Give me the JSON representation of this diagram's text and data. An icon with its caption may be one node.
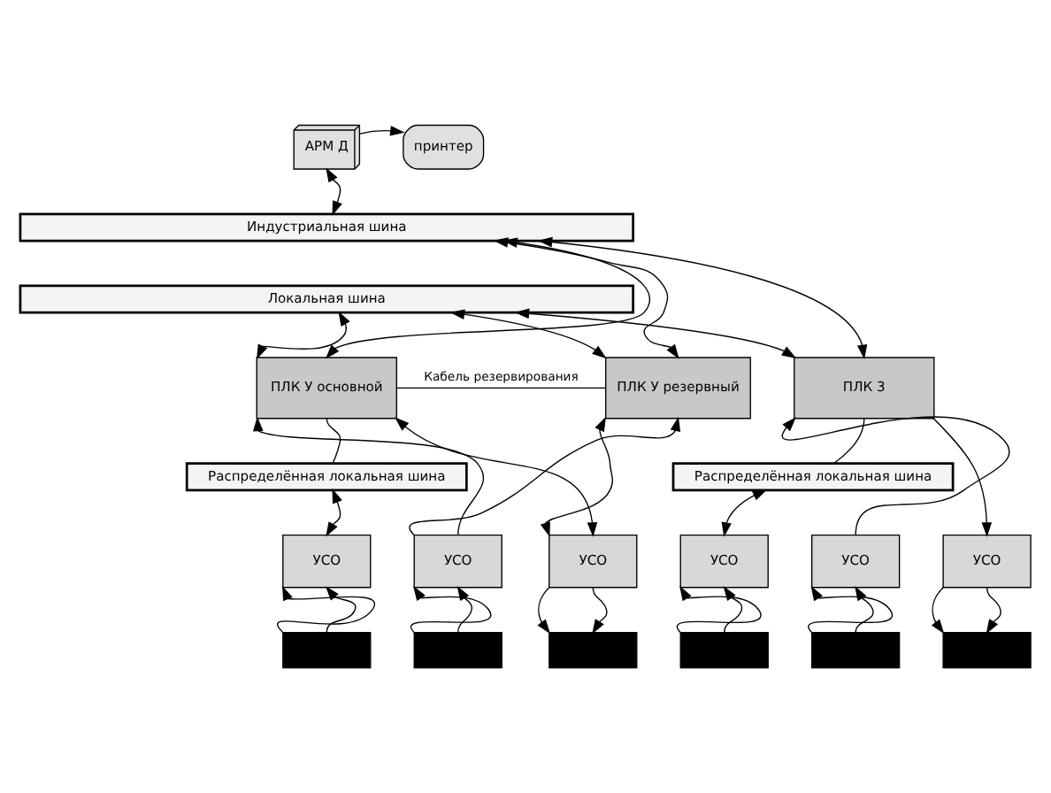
{
  "diagram": {
    "nodes": [
      {
        "text": [
          "АРМ Д"
        ]
      },
      {
        "text": [
          "принтер"
        ]
      },
      {
        "text": [
          "Индустриальная шина"
        ]
      },
      {
        "text": [
          "Локальная шина"
        ]
      },
      {
        "text": [
          "ПЛК У основной"
        ]
      },
      {
        "text": [
          "ПЛК У резервный"
        ]
      },
      {
        "text": [
          "ПЛК 3"
        ]
      },
      {
        "text": [
          "Распределённая локальная шина"
        ]
      },
      {
        "text": [
          "Распределённая локальная шина"
        ]
      },
      {
        "text": [
          "УСО"
        ]
      },
      {
        "text": [
          "УСО"
        ]
      },
      {
        "text": [
          "УСО"
        ]
      },
      {
        "text": [
          "УСО"
        ]
      },
      {
        "text": [
          "УСО"
        ]
      },
      {
        "text": [
          "УСО"
        ]
      },
      {
        "text": [],
        "shape": "box"
      },
      {
        "text": [],
        "shape": "box"
      },
      {
        "text": [],
        "shape": "box"
      },
      {
        "text": [],
        "shape": "box"
      },
      {
        "text": [],
        "shape": "box"
      },
      {
        "text": [],
        "shape": "box"
      }
    ],
    "edges": [
      {
        "from": 0,
        "to": 1,
        "arrow": "to"
      },
      {
        "from": 0,
        "to": 2,
        "arrow": "both"
      },
      {
        "from": 4,
        "to": 2,
        "arrow": "both"
      },
      {
        "from": 4,
        "to": 3,
        "arrow": "both"
      },
      {
        "from": 5,
        "to": 2,
        "arrow": "both"
      },
      {
        "from": 5,
        "to": 3,
        "arrow": "both"
      },
      {
        "from": 6,
        "to": 2,
        "arrow": "both"
      },
      {
        "from": 6,
        "to": 3,
        "arrow": "both"
      },
      {
        "from": 4,
        "to": 5,
        "arrow": "none",
        "label": "Кабель резервирования"
      },
      {
        "from": 4,
        "to": 7,
        "arrow": "none"
      },
      {
        "from": 7,
        "to": 9,
        "arrow": "both"
      },
      {
        "from": 10,
        "to": 4,
        "arrow": "to"
      },
      {
        "from": 10,
        "to": 5,
        "arrow": "to"
      },
      {
        "from": 4,
        "to": 11,
        "arrow": "both"
      },
      {
        "from": 5,
        "to": 11,
        "arrow": "both"
      },
      {
        "from": 6,
        "to": 8,
        "arrow": "none"
      },
      {
        "from": 8,
        "to": 12,
        "arrow": "both"
      },
      {
        "from": 13,
        "to": 6,
        "arrow": "to"
      },
      {
        "from": 6,
        "to": 14,
        "arrow": "to"
      },
      {
        "from": 15,
        "to": 9,
        "arrow": "to"
      },
      {
        "from": 15,
        "to": 9,
        "arrow": "to"
      },
      {
        "from": 16,
        "to": 10,
        "arrow": "to"
      },
      {
        "from": 16,
        "to": 10,
        "arrow": "to"
      },
      {
        "from": 11,
        "to": 17,
        "arrow": "to"
      },
      {
        "from": 11,
        "to": 17,
        "arrow": "to"
      },
      {
        "from": 18,
        "to": 12,
        "arrow": "to"
      },
      {
        "from": 18,
        "to": 12,
        "arrow": "to"
      },
      {
        "from": 19,
        "to": 13,
        "arrow": "to"
      },
      {
        "from": 19,
        "to": 13,
        "arrow": "to"
      },
      {
        "from": 14,
        "to": 20,
        "arrow": "to"
      },
      {
        "from": 14,
        "to": 20,
        "arrow": "to"
      }
    ]
  }
}
